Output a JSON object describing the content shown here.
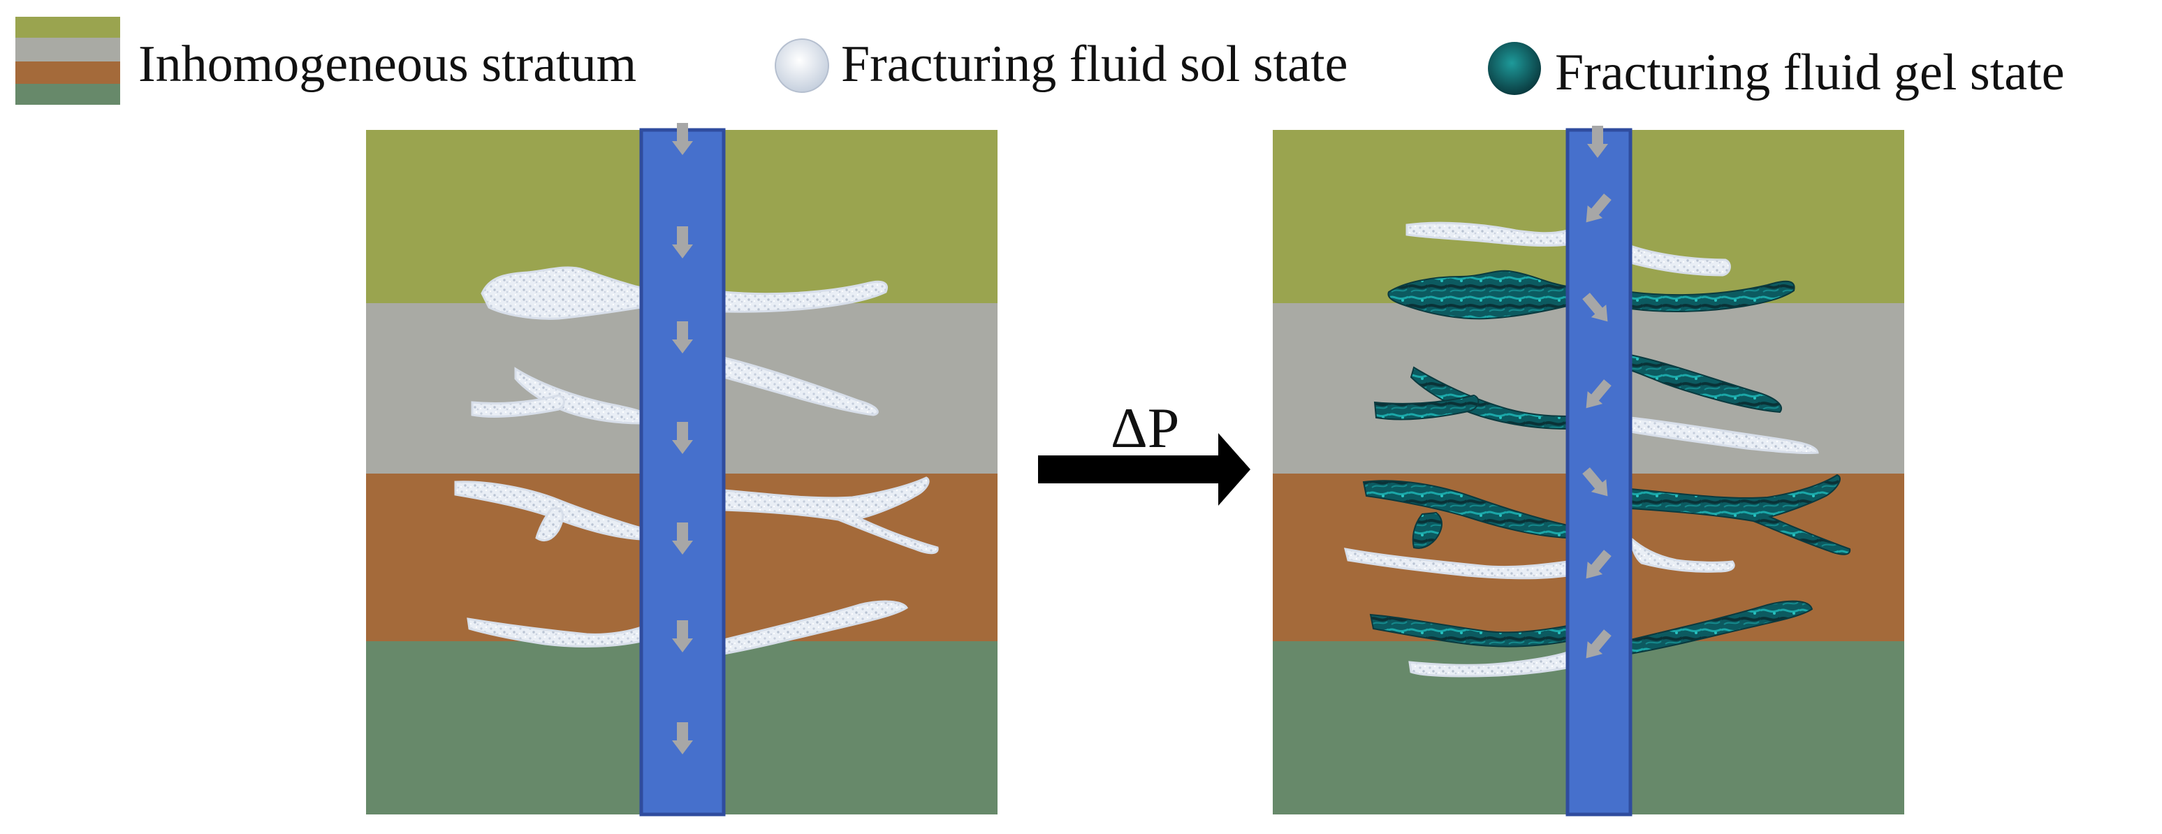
{
  "legend": {
    "stratum_label": "Inhomogeneous stratum",
    "sol_label": "Fracturing fluid sol state",
    "gel_label": "Fracturing fluid gel state"
  },
  "transition": {
    "label": "ΔP"
  },
  "colors": {
    "layer_olive": "#9aa44f",
    "layer_gray": "#a9aaa4",
    "layer_brown": "#a46a3a",
    "layer_green": "#67896a",
    "well_blue": "#4670cc",
    "well_border": "#2f4c9e",
    "arrow_gray": "#a7a7a7",
    "sol_white": "#e6ebf3",
    "gel_teal": "#0f6d72",
    "gel_dark": "#0b3b40"
  },
  "icons": {
    "stratum": "layer-stack-icon",
    "sol": "sol-particle-icon",
    "gel": "gel-particle-icon",
    "transition": "right-arrow-icon",
    "flow": "down-arrow-icon"
  }
}
